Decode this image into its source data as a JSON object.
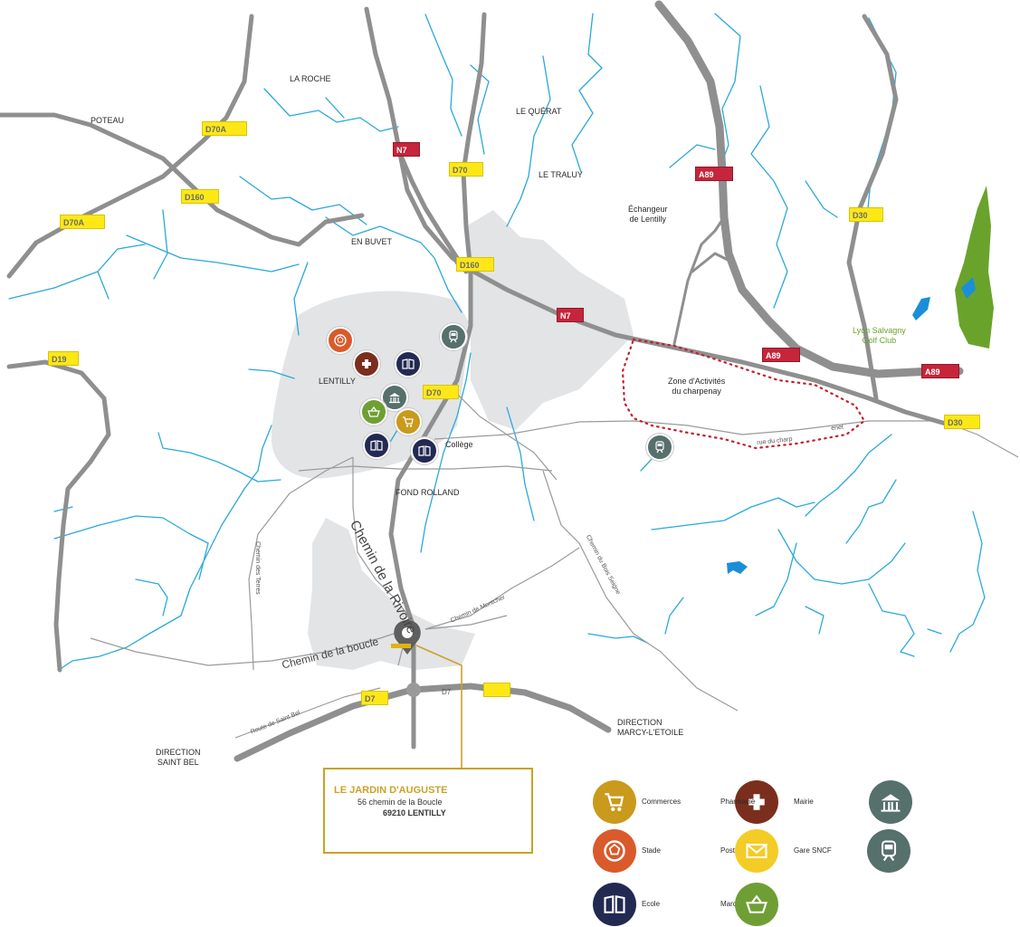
{
  "places": {
    "poteau": "POTEAU",
    "la_roche": "LA ROCHE",
    "le_querat": "LE QUÉRAT",
    "le_traluy": "LE TRALUY",
    "en_buvet": "EN BUVET",
    "echangeur": "Échangeur",
    "echangeur2": "de Lentilly",
    "lentilly": "LENTILLY",
    "college": "Collège",
    "fond_rolland": "FOND ROLLAND",
    "zone1": "Zone d'Activités",
    "zone2": "du charpenay",
    "golf1": "Lyon Salvagny",
    "golf2": "Golf Club",
    "dir_saint_bel1": "DIRECTION",
    "dir_saint_bel2": "SAINT BEL",
    "dir_marcy1": "DIRECTION",
    "dir_marcy2": "MARCY-L'ETOILE"
  },
  "streets": {
    "chemin_riviere": "Chemin de la Rivoire",
    "chemin_boucle": "Chemin de la boucle",
    "chemin_terres": "Chemin des Terres",
    "chemin_montcher": "Chemin de Montcher",
    "chemin_bois": "Chemin du Bois Seigne",
    "route_saint_bel": "Route de Saint Bel",
    "rue_charp": "rue du charp",
    "rue_charp2": "enet"
  },
  "roads": {
    "d70a_1": "D70A",
    "d70a_2": "D70A",
    "d160_1": "D160",
    "d160_2": "D160",
    "n7_1": "N7",
    "n7_2": "N7",
    "d70_1": "D70",
    "d70_2": "D70",
    "a89_1": "A89",
    "a89_2": "A89",
    "a89_3": "A89",
    "d30_1": "D30",
    "d30_2": "D30",
    "d19": "D19",
    "d7": "D7",
    "d7b": "D7"
  },
  "address": {
    "name": "LE JARDIN D'AUGUSTE",
    "street": "56 chemin de la Boucle",
    "city": "69210 LENTILLY"
  },
  "legend": {
    "commerces": "Commerces",
    "pharmacie": "Pharmacie",
    "mairie": "Mairie",
    "stade": "Stade",
    "poste": "Poste",
    "gare": "Gare SNCF",
    "ecole": "Ecole",
    "marche": "Marché"
  },
  "colors": {
    "commerces": "#c99a1c",
    "pharmacie": "#7b2e1d",
    "mairie": "#56706c",
    "stade": "#d95a2b",
    "poste": "#f3cc26",
    "gare": "#56706c",
    "ecole": "#232a52",
    "marche": "#6f9f34",
    "route_yellow": "#fde816",
    "route_red": "#c6253b",
    "water": "#2aa9d8",
    "urban": "#e3e4e6",
    "forest": "#6aa32b"
  }
}
